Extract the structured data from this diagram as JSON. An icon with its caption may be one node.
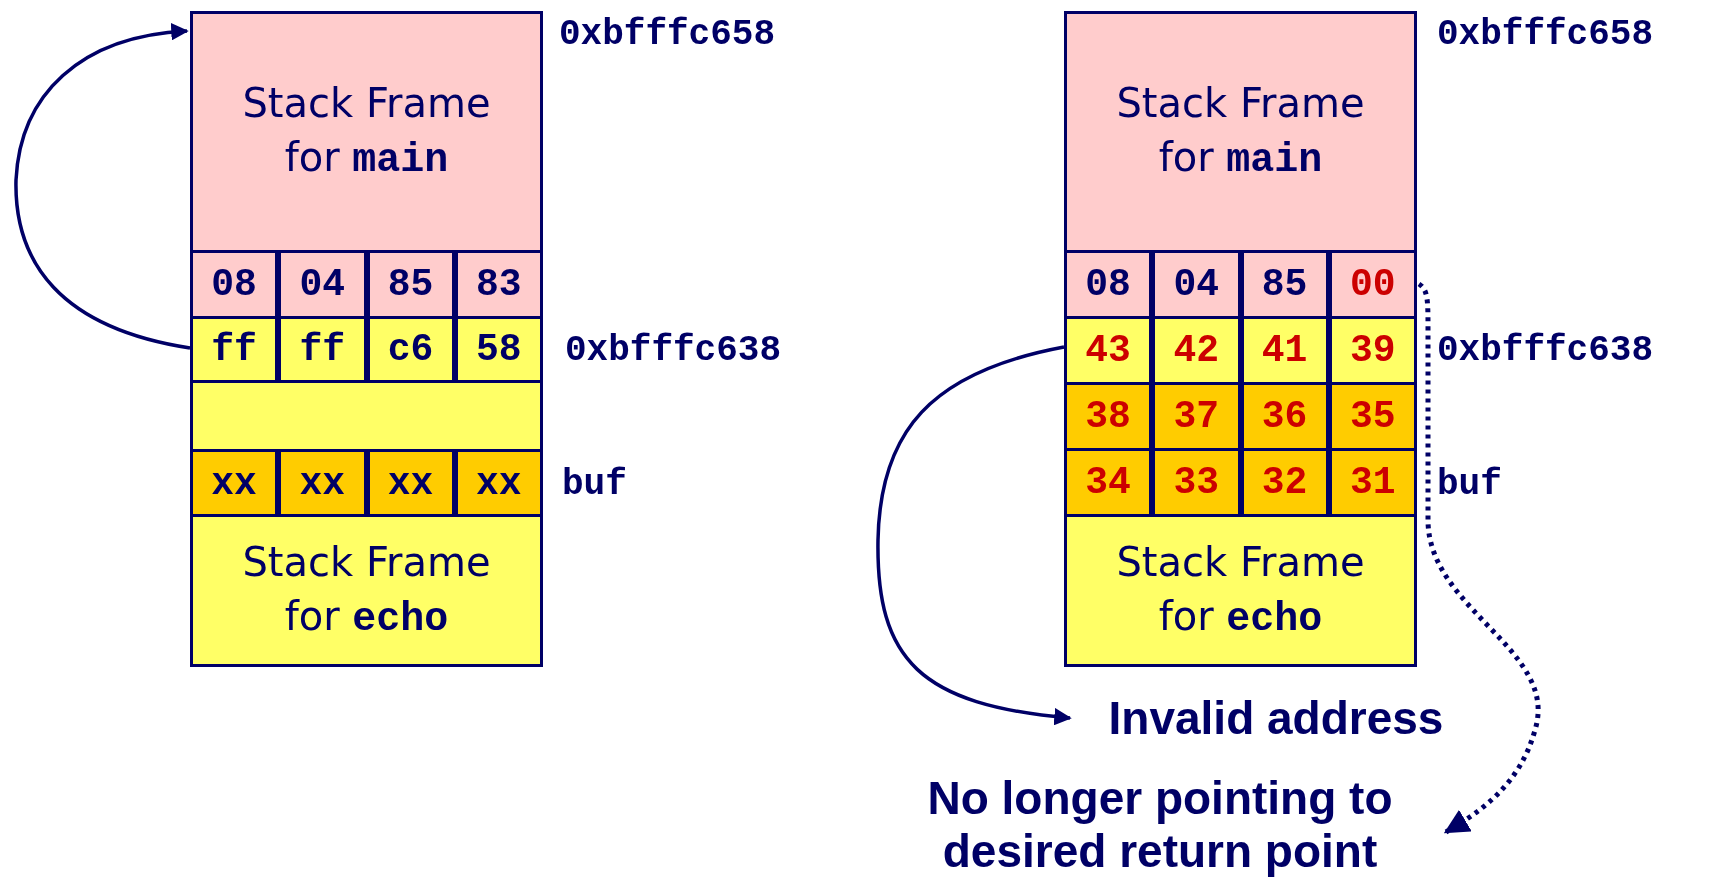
{
  "diagram": {
    "nodes": [
      {
        "text": [
          "Stack Frame for **main**"
        ]
      },
      {
        "text": [
          "08"
        ]
      },
      {
        "text": [
          "04"
        ]
      },
      {
        "text": [
          "85"
        ]
      },
      {
        "text": [
          "83"
        ]
      },
      {
        "text": [
          "ff"
        ]
      },
      {
        "text": [
          "ff"
        ]
      },
      {
        "text": [
          "c6"
        ]
      },
      {
        "text": [
          "58"
        ]
      },
      {
        "text": [],
        "shape": "box"
      },
      {
        "text": [
          "xx"
        ]
      },
      {
        "text": [
          "xx"
        ]
      },
      {
        "text": [
          "xx"
        ]
      },
      {
        "text": [
          "xx"
        ]
      },
      {
        "text": [
          "Stack Frame for **echo**"
        ]
      },
      {
        "text": [
          "Stack Frame for **main**"
        ]
      },
      {
        "text": [
          "08"
        ]
      },
      {
        "text": [
          "04"
        ]
      },
      {
        "text": [
          "85"
        ]
      },
      {
        "text": [
          "00"
        ]
      },
      {
        "text": [
          "43"
        ]
      },
      {
        "text": [
          "42"
        ]
      },
      {
        "text": [
          "41"
        ]
      },
      {
        "text": [
          "39"
        ]
      },
      {
        "text": [
          "38"
        ]
      },
      {
        "text": [
          "37"
        ]
      },
      {
        "text": [
          "36"
        ]
      },
      {
        "text": [
          "35"
        ]
      },
      {
        "text": [
          "34"
        ]
      },
      {
        "text": [
          "33"
        ]
      },
      {
        "text": [
          "32"
        ]
      },
      {
        "text": [
          "31"
        ]
      },
      {
        "text": [
          "Stack Frame for **echo**"
        ]
      },
      {
        "text": [
          "Invalid address"
        ]
      },
      {
        "text": [
          "No longer pointing to desired return point"
        ]
      }
    ],
    "edges": [
      {
        "from": 5,
        "to": 0,
        "arrow": "to"
      },
      {
        "from": 20,
        "to": 33,
        "arrow": "to"
      },
      {
        "from": 19,
        "to": 34,
        "arrow": "to",
        "style": "dashed"
      }
    ],
    "labels": [
      "0xbfffc658",
      "0xbfffc638",
      "buf",
      "0xbfffc658",
      "0xbfffc638",
      "buf"
    ]
  }
}
